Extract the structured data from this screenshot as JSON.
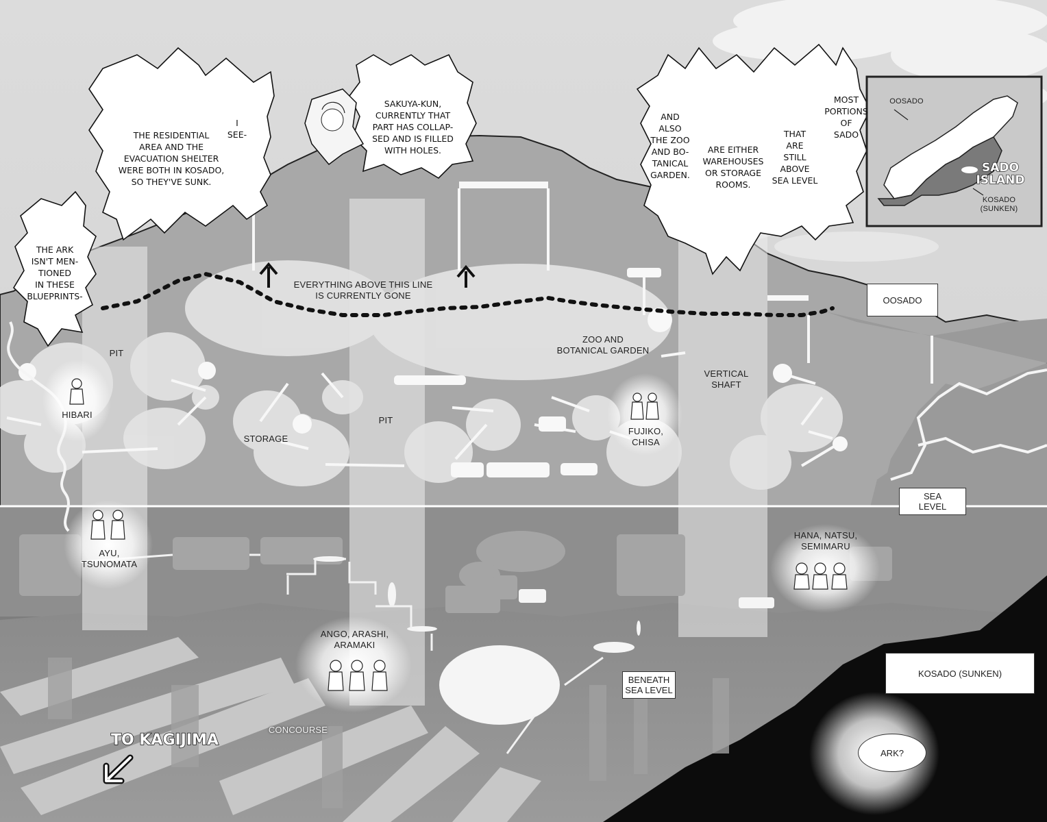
{
  "labels": {
    "everything_above": "EVERYTHING ABOVE THIS LINE\nIS CURRENTLY GONE",
    "pit_left": "PIT",
    "pit_center": "PIT",
    "storage": "STORAGE",
    "zoo": "ZOO AND\nBOTANICAL GARDEN",
    "vertical_shaft": "VERTICAL\nSHAFT",
    "concourse": "CONCOURSE",
    "oosado_box": "OOSADO",
    "sea_level_box": "SEA\nLEVEL",
    "kosado_box": "KOSADO (SUNKEN)",
    "beneath_box": "BENEATH\nSEA LEVEL",
    "ark_oval": "ARK?",
    "to_kagijima": "TO KAGIJIMA"
  },
  "characters": {
    "hibari": "HIBARI",
    "fujiko_chisa": "FUJIKO,\nCHISA",
    "ayu_tsunomata": "AYU,\nTSUNOMATA",
    "hana_natsu_semimaru": "HANA, NATSU,\nSEMIMARU",
    "ango_arashi_aramaki": "ANGO, ARASHI,\nARAMAKI"
  },
  "bubbles": {
    "ark": "THE ARK\nISN'T MEN-\nTIONED\nIN THESE\nBLUEPRINTS-",
    "residential": "THE RESIDENTIAL\nAREA AND THE\nEVACUATION SHELTER\nWERE BOTH IN KOSADO,\nSO THEY'VE SUNK.",
    "i_see": "I\nSEE-",
    "sakuya": "SAKUYA-KUN,\nCURRENTLY THAT\nPART HAS COLLAP-\nSED AND IS FILLED\nWITH HOLES.",
    "zoo_also": "AND\nALSO\nTHE ZOO\nAND BO-\nTANICAL\nGARDEN.",
    "warehouses": "ARE EITHER\nWAREHOUSES\nOR STORAGE\nROOMS.",
    "that_are": "THAT\nARE\nSTILL\nABOVE\nSEA LEVEL",
    "most_portions": "MOST\nPORTIONS\nOF\nSADO"
  },
  "inset_map": {
    "oosado": "OOSADO",
    "title": "SADO\nISLAND",
    "kosado": "KOSADO\n(SUNKEN)"
  }
}
